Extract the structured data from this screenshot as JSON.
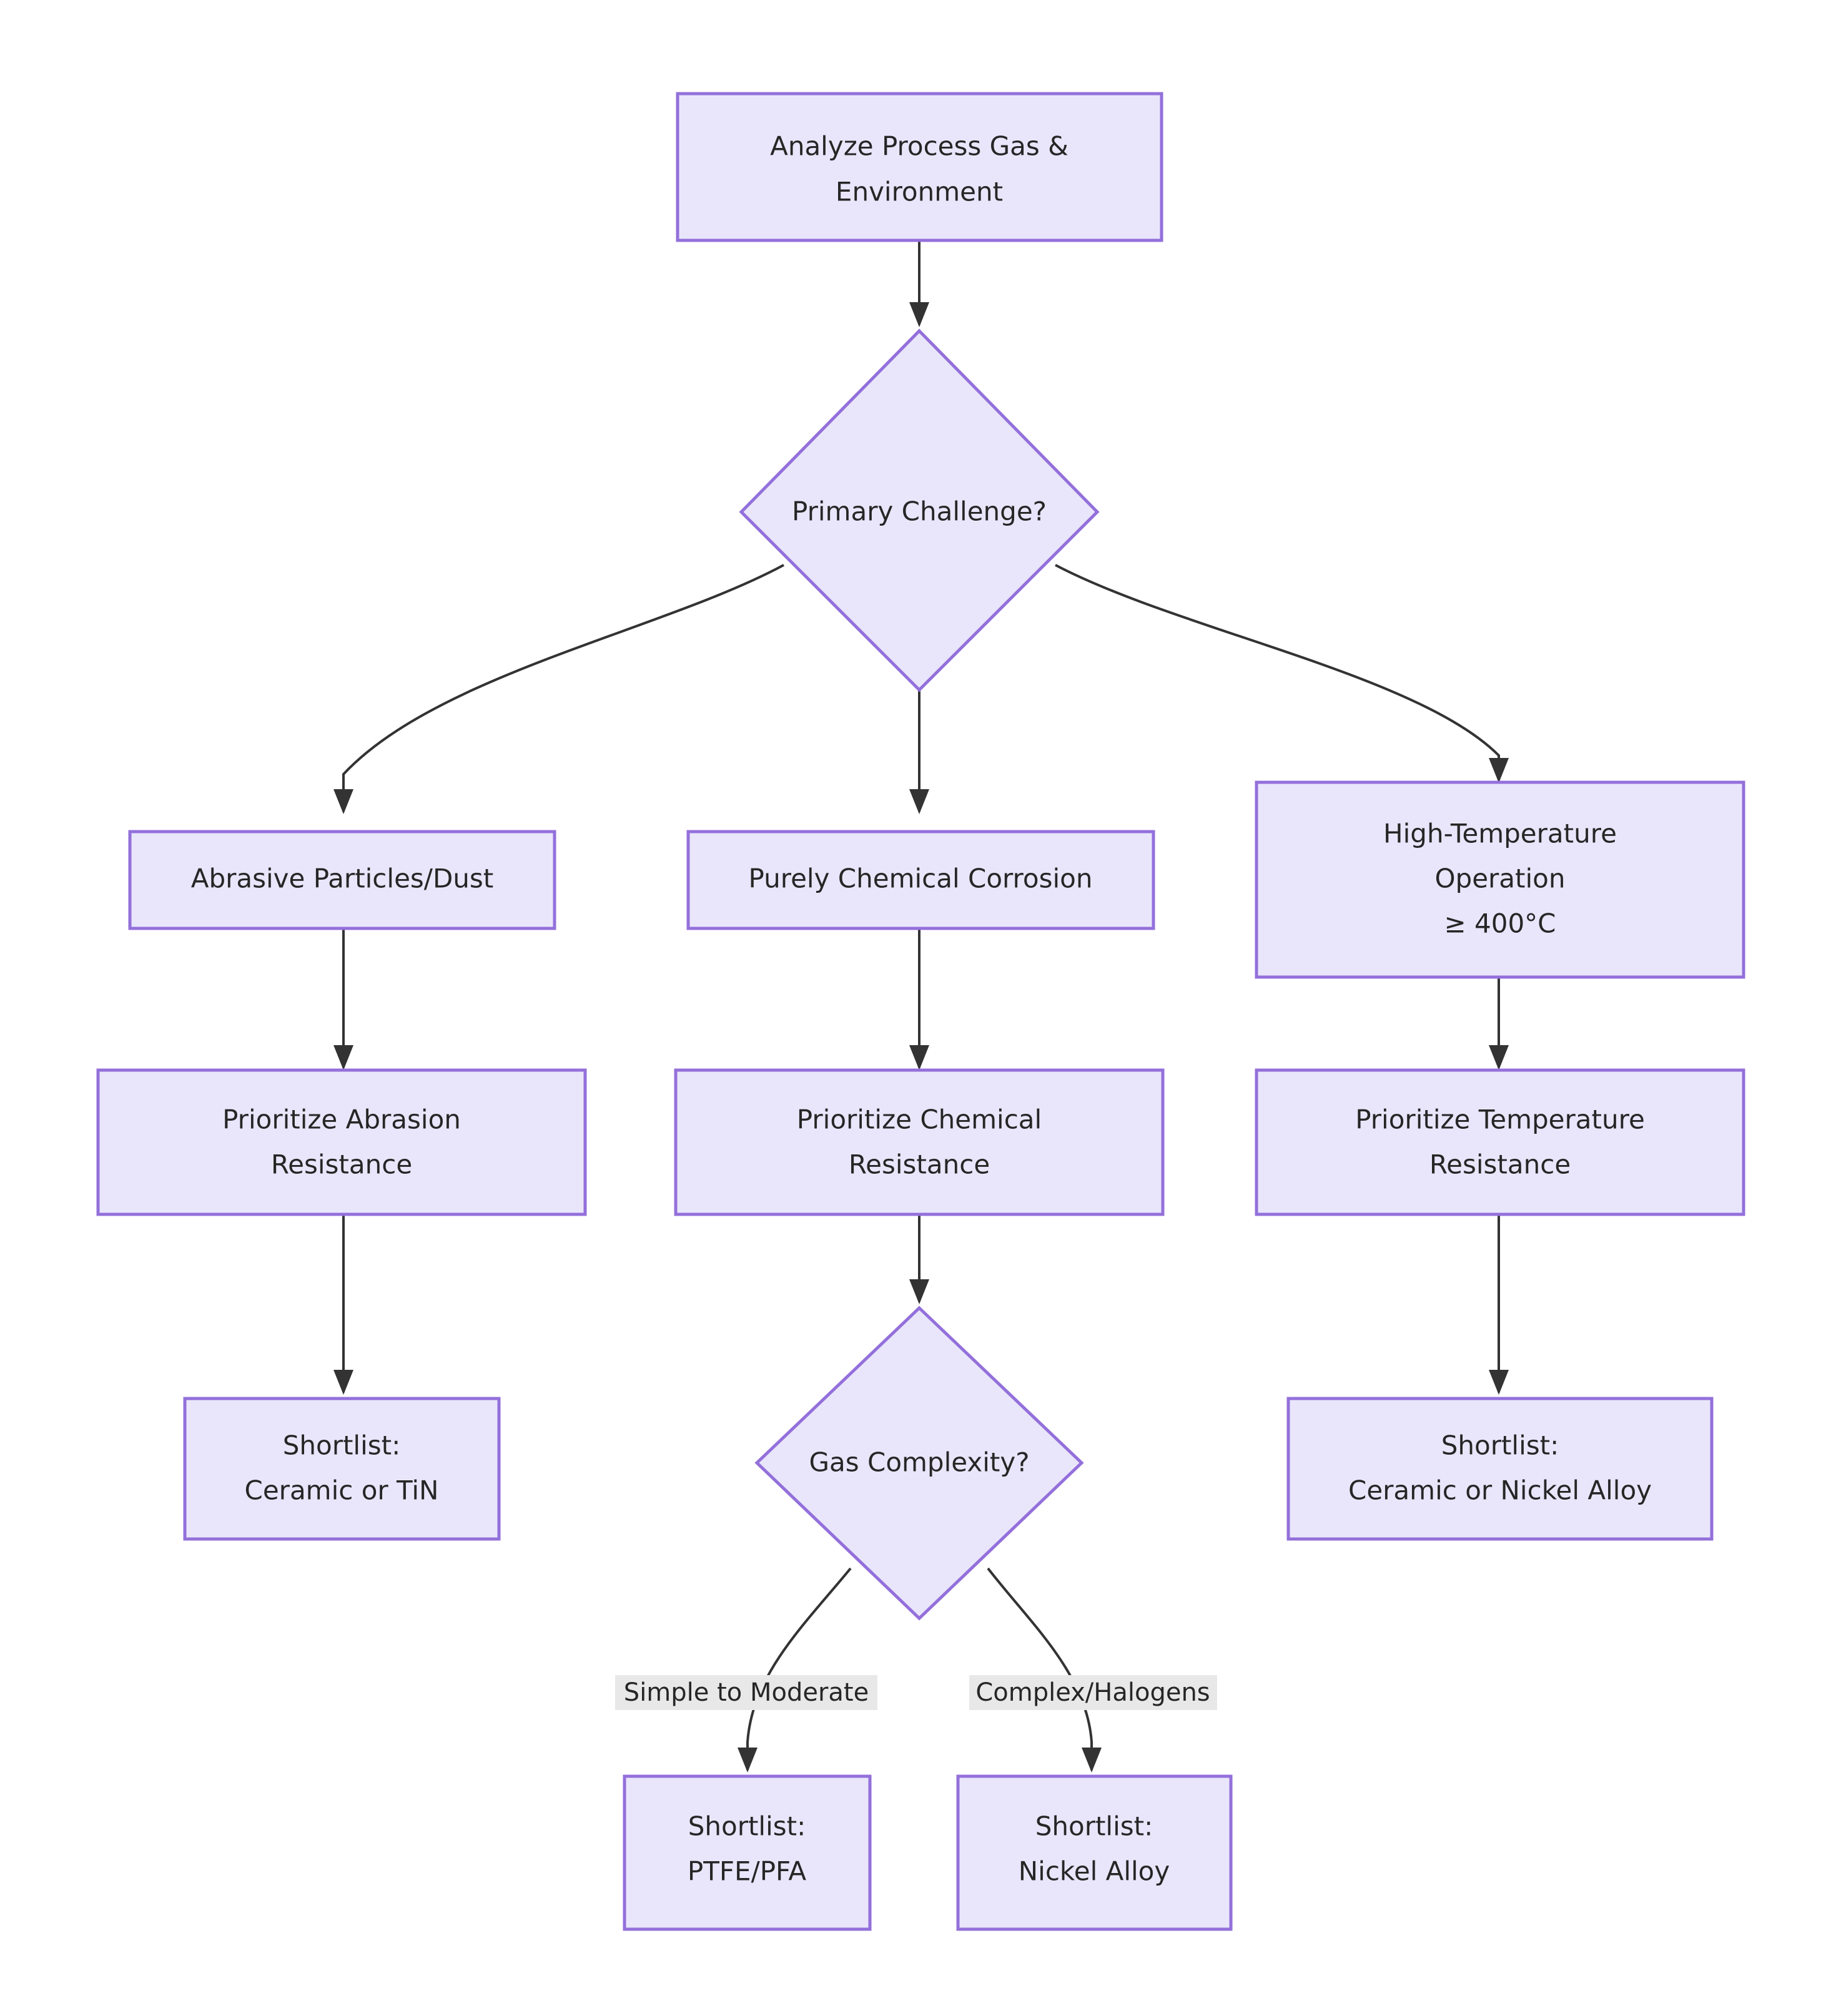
{
  "diagram": {
    "type": "flowchart",
    "direction": "top-down",
    "theme": {
      "node_fill": "#e9e6fb",
      "node_border": "#9370db",
      "edge_color": "#333333",
      "edge_label_bg": "#e8e8e8",
      "text_color": "#262626",
      "background": "#ffffff"
    },
    "nodes": [
      {
        "id": "analyze",
        "shape": "rect",
        "lines": [
          "Analyze Process Gas &",
          "Environment"
        ]
      },
      {
        "id": "primary_challenge",
        "shape": "diamond",
        "lines": [
          "Primary Challenge?"
        ]
      },
      {
        "id": "abrasive",
        "shape": "rect",
        "lines": [
          "Abrasive Particles/Dust"
        ]
      },
      {
        "id": "chemical",
        "shape": "rect",
        "lines": [
          "Purely Chemical Corrosion"
        ]
      },
      {
        "id": "high_temp",
        "shape": "rect",
        "lines": [
          "High-Temperature",
          "Operation",
          "≥ 400°C"
        ]
      },
      {
        "id": "prioritize_abrasion",
        "shape": "rect",
        "lines": [
          "Prioritize Abrasion",
          "Resistance"
        ]
      },
      {
        "id": "prioritize_chemical",
        "shape": "rect",
        "lines": [
          "Prioritize Chemical",
          "Resistance"
        ]
      },
      {
        "id": "prioritize_temperature",
        "shape": "rect",
        "lines": [
          "Prioritize Temperature",
          "Resistance"
        ]
      },
      {
        "id": "shortlist_ceramic_tin",
        "shape": "rect",
        "lines": [
          "Shortlist:",
          "Ceramic or TiN"
        ]
      },
      {
        "id": "gas_complexity",
        "shape": "diamond",
        "lines": [
          "Gas Complexity?"
        ]
      },
      {
        "id": "shortlist_ceramic_nickel",
        "shape": "rect",
        "lines": [
          "Shortlist:",
          "Ceramic or Nickel Alloy"
        ]
      },
      {
        "id": "shortlist_ptfe",
        "shape": "rect",
        "lines": [
          "Shortlist:",
          "PTFE/PFA"
        ]
      },
      {
        "id": "shortlist_nickel",
        "shape": "rect",
        "lines": [
          "Shortlist:",
          "Nickel Alloy"
        ]
      }
    ],
    "edges": [
      {
        "from": "analyze",
        "to": "primary_challenge",
        "label": ""
      },
      {
        "from": "primary_challenge",
        "to": "abrasive",
        "label": ""
      },
      {
        "from": "primary_challenge",
        "to": "chemical",
        "label": ""
      },
      {
        "from": "primary_challenge",
        "to": "high_temp",
        "label": ""
      },
      {
        "from": "abrasive",
        "to": "prioritize_abrasion",
        "label": ""
      },
      {
        "from": "chemical",
        "to": "prioritize_chemical",
        "label": ""
      },
      {
        "from": "high_temp",
        "to": "prioritize_temperature",
        "label": ""
      },
      {
        "from": "prioritize_abrasion",
        "to": "shortlist_ceramic_tin",
        "label": ""
      },
      {
        "from": "prioritize_chemical",
        "to": "gas_complexity",
        "label": ""
      },
      {
        "from": "prioritize_temperature",
        "to": "shortlist_ceramic_nickel",
        "label": ""
      },
      {
        "from": "gas_complexity",
        "to": "shortlist_ptfe",
        "label": "Simple to Moderate"
      },
      {
        "from": "gas_complexity",
        "to": "shortlist_nickel",
        "label": "Complex/Halogens"
      }
    ],
    "edge_labels": {
      "simple_to_moderate": "Simple to Moderate",
      "complex_halogens": "Complex/Halogens"
    }
  }
}
